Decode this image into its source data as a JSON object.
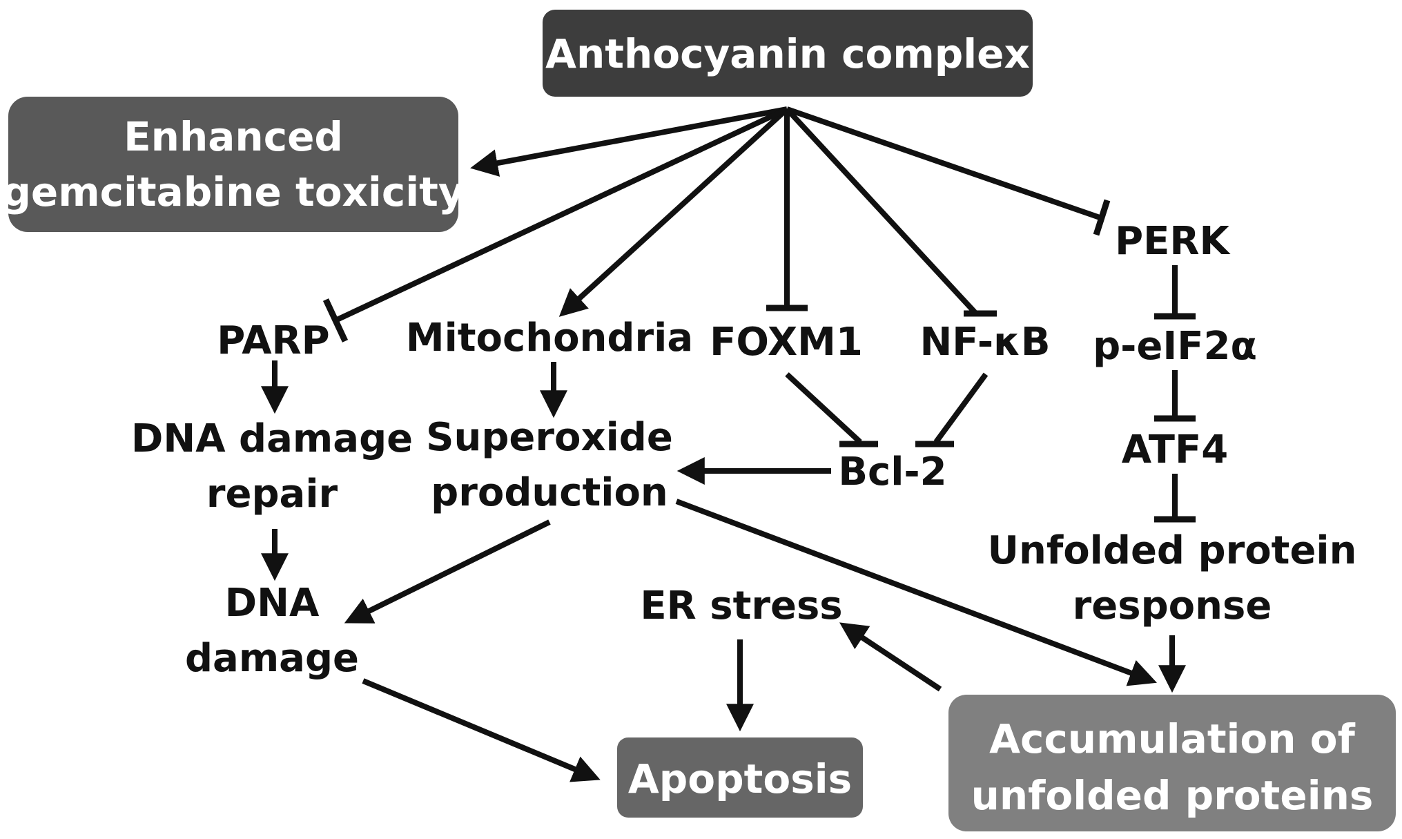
{
  "nodes": {
    "anthocyanin": "Anthocyanin complex",
    "gemcitabine_1": "Enhanced",
    "gemcitabine_2": "gemcitabine toxicity",
    "parp": "PARP",
    "mitochondria": "Mitochondria",
    "foxm1": "FOXM1",
    "nfkb": "NF-κB",
    "perk": "PERK",
    "peif2a": "p-eIF2α",
    "atf4": "ATF4",
    "dna_repair_1": "DNA damage",
    "dna_repair_2": "repair",
    "superoxide_1": "Superoxide",
    "superoxide_2": "production",
    "bcl2": "Bcl-2",
    "upr_1": "Unfolded protein",
    "upr_2": "response",
    "dna_damage_1": "DNA",
    "dna_damage_2": "damage",
    "er_stress": "ER stress",
    "apoptosis": "Apoptosis",
    "accumulation_1": "Accumulation of",
    "accumulation_2": "unfolded proteins"
  },
  "colors": {
    "box_dark": "#3d3d3d",
    "box_medium": "#595959",
    "box_apoptosis": "#666666",
    "box_light": "#808080",
    "line": "#111111"
  },
  "edges": [
    {
      "from": "Anthocyanin complex",
      "to": "Enhanced gemcitabine toxicity",
      "type": "activation"
    },
    {
      "from": "Anthocyanin complex",
      "to": "PARP",
      "type": "inhibition"
    },
    {
      "from": "Anthocyanin complex",
      "to": "Mitochondria",
      "type": "activation"
    },
    {
      "from": "Anthocyanin complex",
      "to": "FOXM1",
      "type": "inhibition"
    },
    {
      "from": "Anthocyanin complex",
      "to": "NF-κB",
      "type": "inhibition"
    },
    {
      "from": "Anthocyanin complex",
      "to": "PERK",
      "type": "inhibition"
    },
    {
      "from": "PARP",
      "to": "DNA damage repair",
      "type": "activation"
    },
    {
      "from": "DNA damage repair",
      "to": "DNA damage",
      "type": "activation"
    },
    {
      "from": "Mitochondria",
      "to": "Superoxide production",
      "type": "activation"
    },
    {
      "from": "FOXM1",
      "to": "Bcl-2",
      "type": "inhibition"
    },
    {
      "from": "NF-κB",
      "to": "Bcl-2",
      "type": "inhibition"
    },
    {
      "from": "Bcl-2",
      "to": "Superoxide production",
      "type": "activation"
    },
    {
      "from": "Superoxide production",
      "to": "DNA damage",
      "type": "activation"
    },
    {
      "from": "Superoxide production",
      "to": "Accumulation of unfolded proteins",
      "type": "activation"
    },
    {
      "from": "PERK",
      "to": "p-eIF2α",
      "type": "inhibition"
    },
    {
      "from": "p-eIF2α",
      "to": "ATF4",
      "type": "inhibition"
    },
    {
      "from": "ATF4",
      "to": "Unfolded protein response",
      "type": "inhibition"
    },
    {
      "from": "Unfolded protein response",
      "to": "Accumulation of unfolded proteins",
      "type": "activation"
    },
    {
      "from": "Accumulation of unfolded proteins",
      "to": "ER stress",
      "type": "activation"
    },
    {
      "from": "ER stress",
      "to": "Apoptosis",
      "type": "activation"
    },
    {
      "from": "DNA damage",
      "to": "Apoptosis",
      "type": "activation"
    }
  ]
}
